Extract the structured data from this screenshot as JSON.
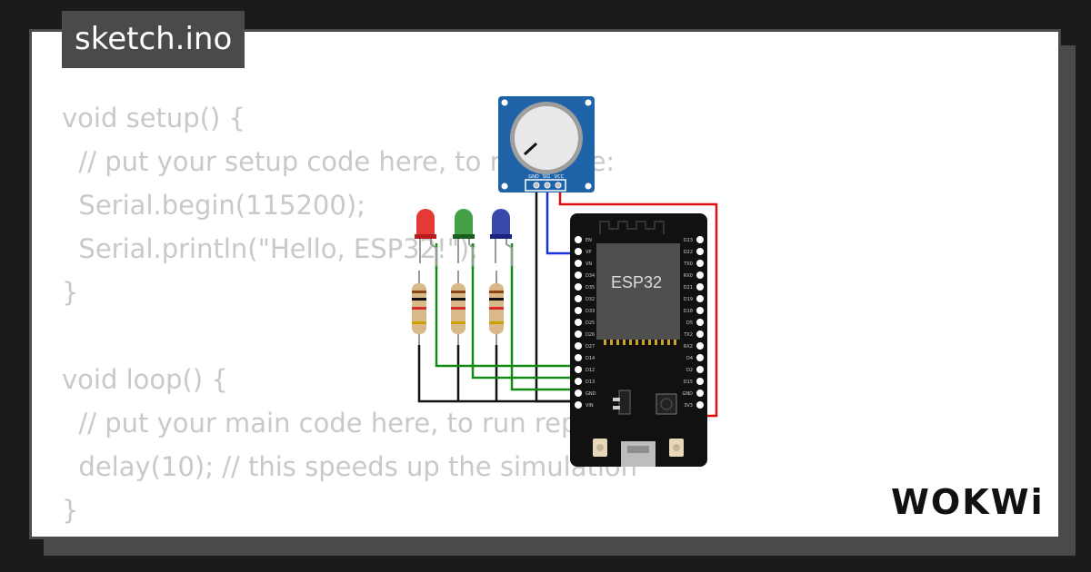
{
  "file_tab": {
    "label": "sketch.ino"
  },
  "code_lines": [
    "void setup() {",
    "  // put your setup code here, to run once:",
    "  Serial.begin(115200);",
    "  Serial.println(\"Hello, ESP32!\");",
    "}",
    "",
    "void loop() {",
    "  // put your main code here, to run repeatedly:",
    "  delay(10); // this speeds up the simulation",
    "}"
  ],
  "potentiometer": {
    "pin_labels": [
      "GND",
      "SIG",
      "VCC"
    ]
  },
  "esp32": {
    "chip_label": "ESP32",
    "left_pins": [
      "EN",
      "VP",
      "VN",
      "D34",
      "D35",
      "D32",
      "D33",
      "D25",
      "D26",
      "D27",
      "D14",
      "D12",
      "D13",
      "GND",
      "VIN"
    ],
    "right_pins": [
      "D23",
      "D22",
      "TX0",
      "RX0",
      "D21",
      "D19",
      "D18",
      "D5",
      "TX2",
      "RX2",
      "D4",
      "D2",
      "D15",
      "GND",
      "3V3"
    ]
  },
  "leds": [
    {
      "name": "red",
      "color": "#e53935"
    },
    {
      "name": "green",
      "color": "#43a047"
    },
    {
      "name": "blue",
      "color": "#3949ab"
    }
  ],
  "wire_colors": {
    "black": "#111111",
    "green": "#138a13",
    "blue": "#1a30d8",
    "red": "#e01010"
  },
  "brand": {
    "logo_text": "WOKWi"
  }
}
